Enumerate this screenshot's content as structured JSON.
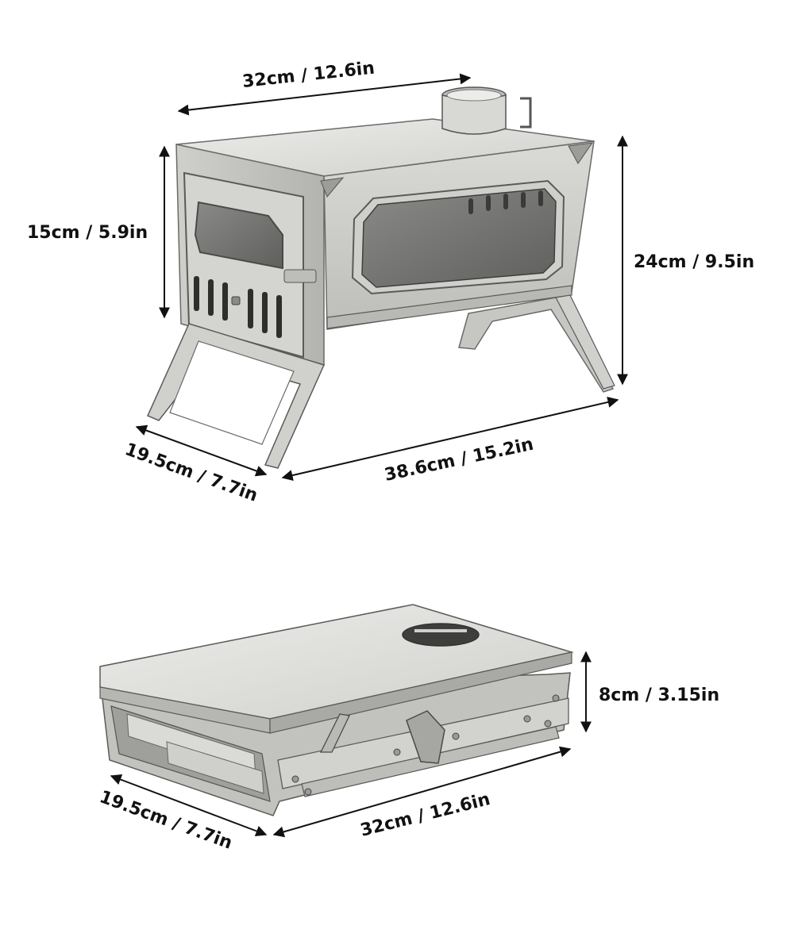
{
  "stove": {
    "top_width": "32cm / 12.6in",
    "body_height": "15cm / 5.9in",
    "total_height": "24cm / 9.5in",
    "depth": "19.5cm / 7.7in",
    "total_length": "38.6cm / 15.2in"
  },
  "folded": {
    "height": "8cm / 3.15in",
    "depth": "19.5cm / 7.7in",
    "width": "32cm / 12.6in"
  },
  "colors": {
    "steel_light": "#e4e4e2",
    "steel_mid": "#c9c9c6",
    "steel_dark": "#8d8d8a",
    "glass": "#7a7a78",
    "outline": "#5a5a58"
  }
}
